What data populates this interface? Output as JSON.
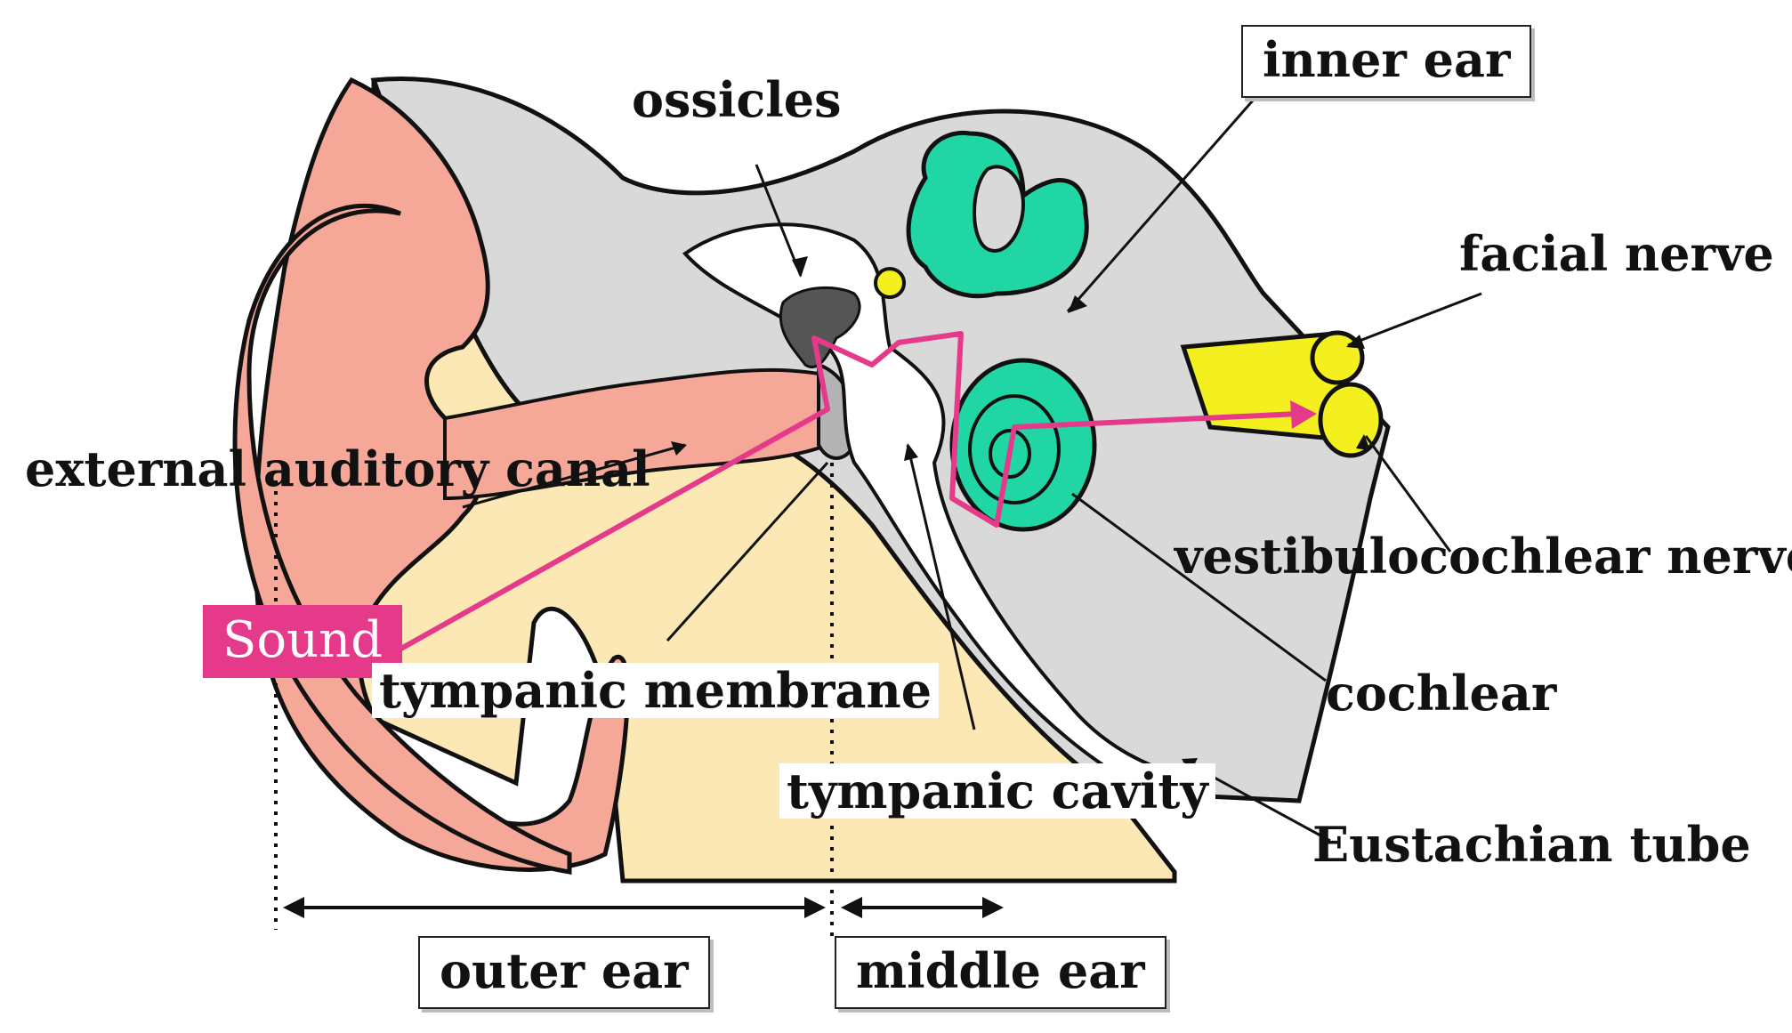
{
  "labels": {
    "inner_ear": "inner ear",
    "ossicles": "ossicles",
    "facial_nerve": "facial nerve",
    "external_auditory_canal": "external auditory canal",
    "vestibulocochlear_nerve": "vestibulocochlear nerve",
    "sound": "Sound",
    "tympanic_membrane": "tympanic membrane",
    "cochlear": "cochlear",
    "tympanic_cavity": "tympanic cavity",
    "eustachian_tube": "Eustachian tube",
    "outer_ear": "outer ear",
    "middle_ear": "middle ear"
  },
  "colors": {
    "skin": "#f5a898",
    "tissue": "#fbe8b4",
    "bone": "#d9d9d9",
    "inner_ear": "#1fd6a4",
    "nerve": "#f4ef1e",
    "sound_path": "#e5398a",
    "outline": "#111111"
  }
}
